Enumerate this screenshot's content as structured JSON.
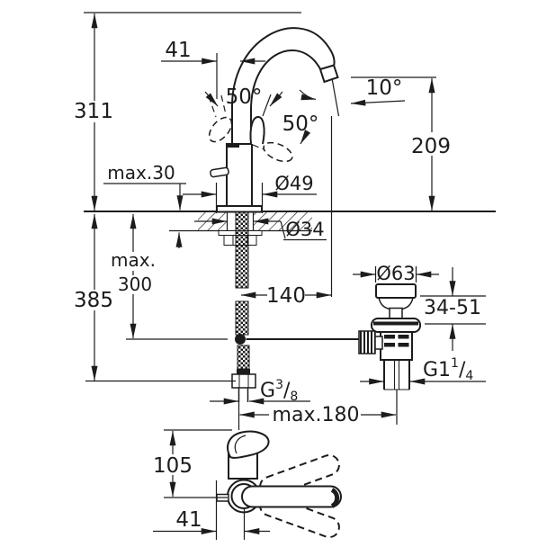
{
  "drawing": {
    "type": "technical-installation-drawing",
    "subject": "single-lever basin mixer faucet with pop-up waste, front view and top view",
    "colors": {
      "ink": "#1c1c1c",
      "background": "#ffffff"
    },
    "front": {
      "total_height": "311",
      "spout_offset": "41",
      "swivel_left": "50°",
      "swivel_right": "50°",
      "aerator_angle": "10°",
      "outlet_height": "209",
      "deck_thickness_max": "max.30",
      "base_diameter": "Ø49",
      "hole_diameter": "Ø34",
      "hose_max_label": "max.",
      "hose_max_value": "300",
      "below_deck_height": "385",
      "projection": "140",
      "waste_cap_diameter": "Ø63",
      "waste_adjust_range": "34-51",
      "spacing_max": "max.180",
      "supply_thread": {
        "prefix": "G",
        "num": "3",
        "slash": "/",
        "den": "8"
      },
      "waste_thread": {
        "prefix": "G1",
        "num": "1",
        "slash": "/",
        "den": "4"
      }
    },
    "top": {
      "handle_height": "105",
      "handle_offset": "41"
    }
  }
}
